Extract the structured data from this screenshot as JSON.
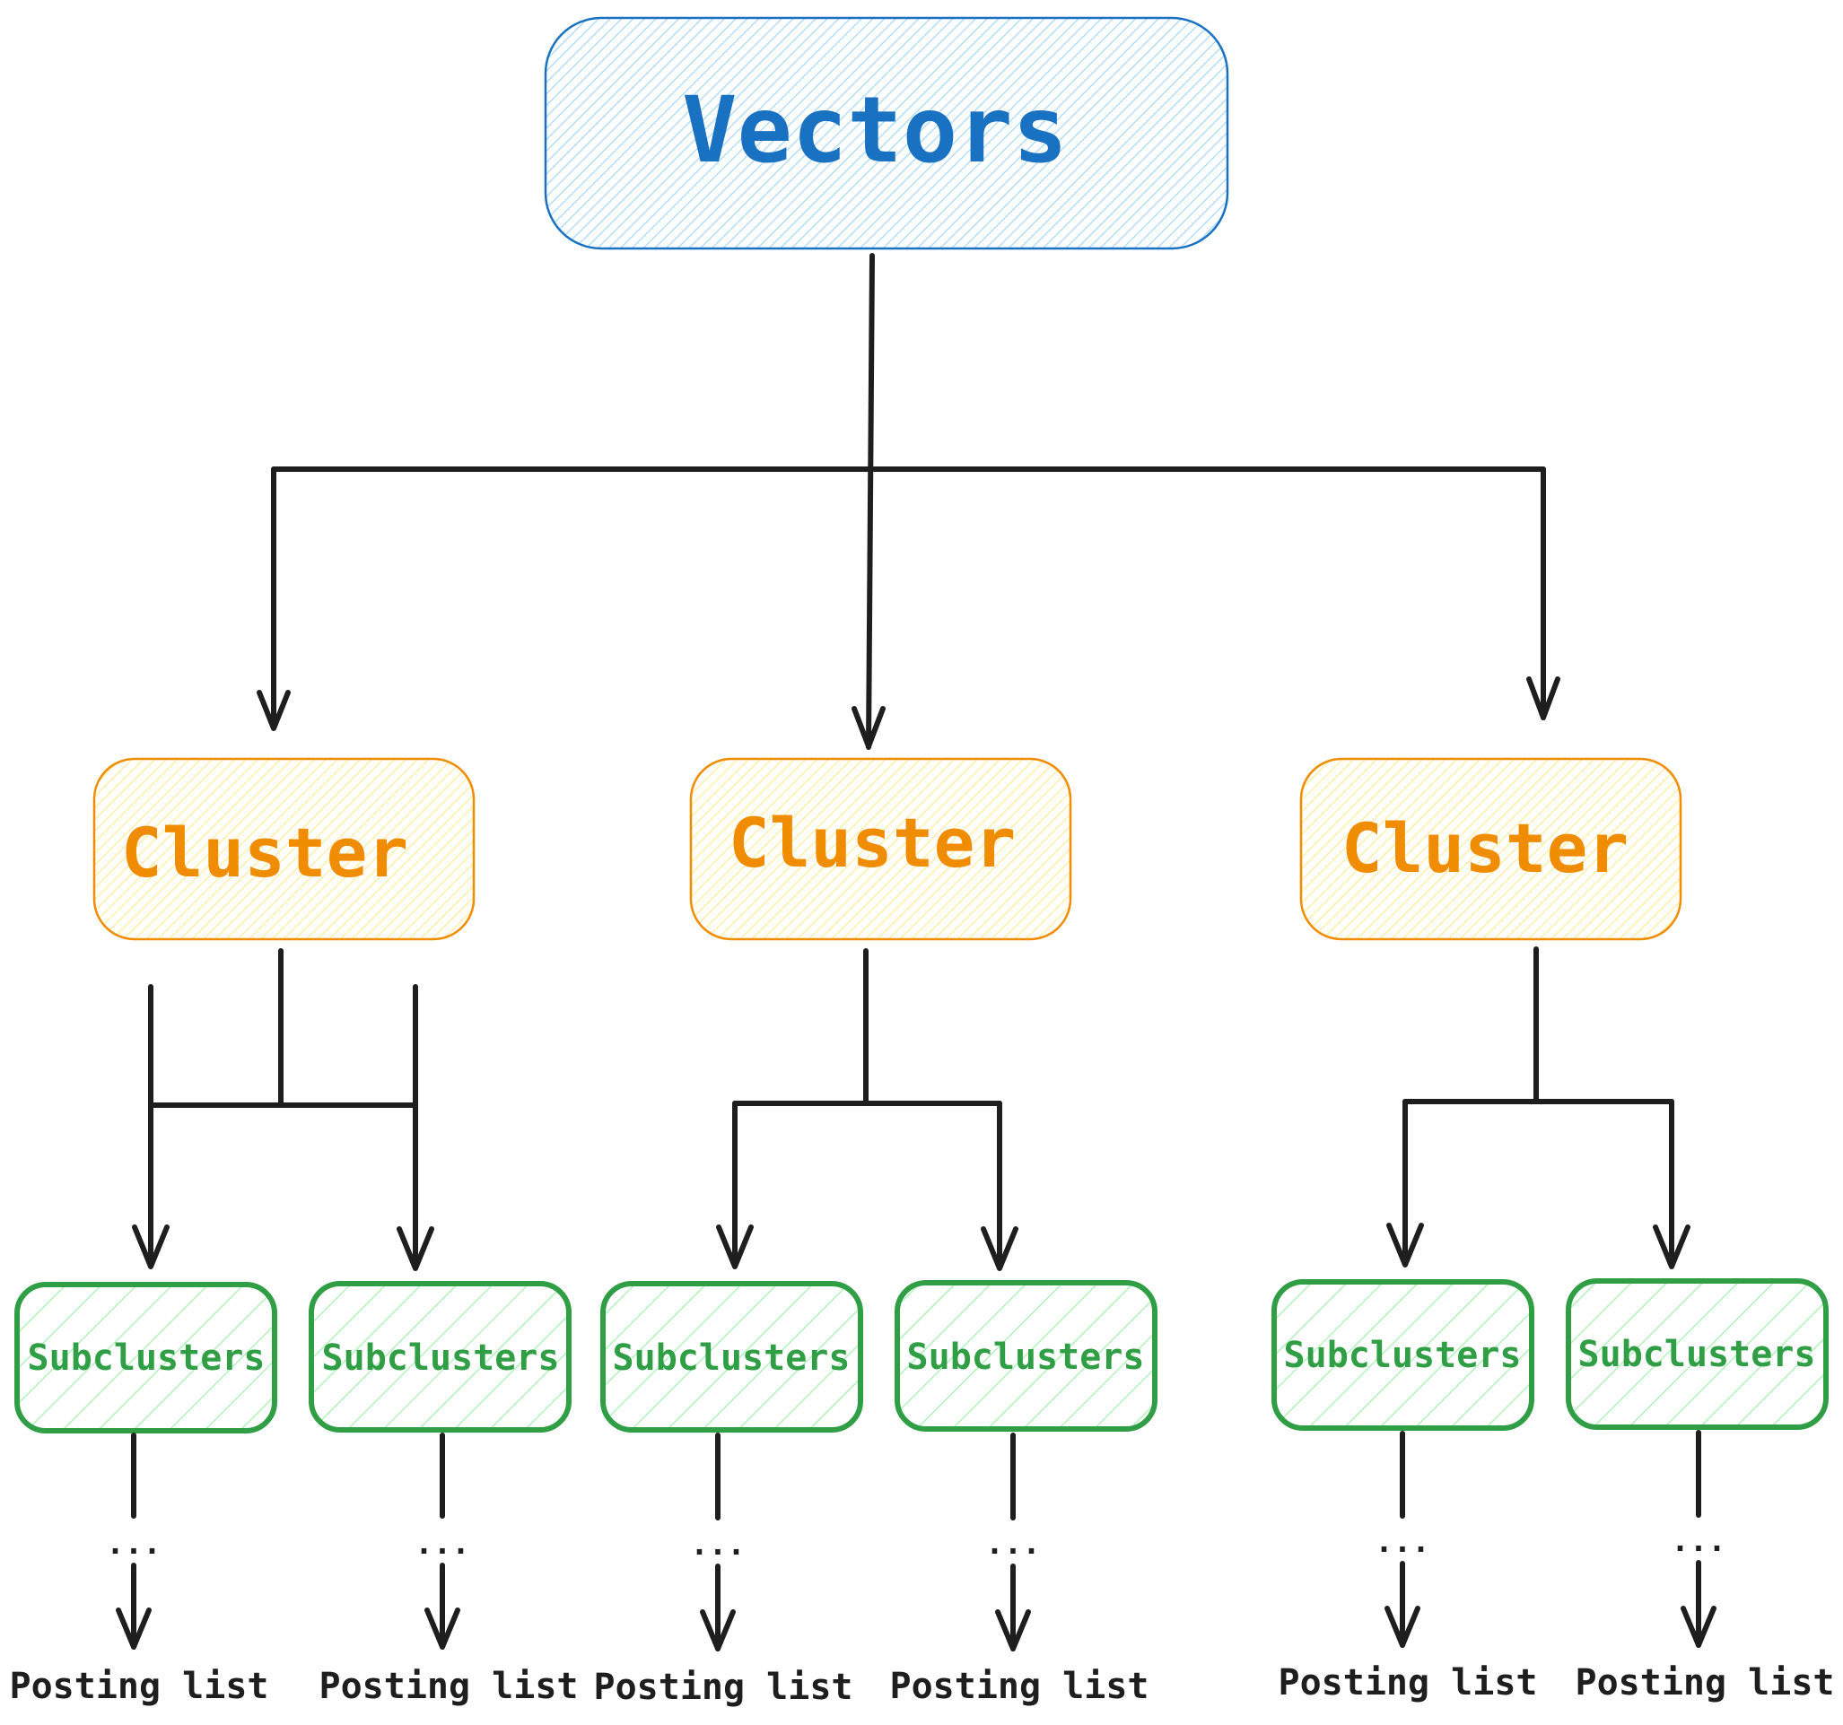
{
  "colors": {
    "root_stroke": "#1971c2",
    "root_text": "#1971c2",
    "root_hatch": "#a5d8ff",
    "cluster_stroke": "#f08c00",
    "cluster_text": "#f08c00",
    "cluster_hatch": "#ffec99",
    "sub_stroke": "#2f9e44",
    "sub_text": "#2f9e44",
    "sub_hatch": "#b2f2bb",
    "line": "#1e1e1e"
  },
  "root": {
    "label": "Vectors"
  },
  "clusters": [
    {
      "label": "Cluster",
      "subclusters": [
        {
          "label": "Subclusters",
          "ellipsis": "...",
          "leaf": "Posting list"
        },
        {
          "label": "Subclusters",
          "ellipsis": "...",
          "leaf": "Posting list"
        }
      ]
    },
    {
      "label": "Cluster",
      "subclusters": [
        {
          "label": "Subclusters",
          "ellipsis": "...",
          "leaf": "Posting list"
        },
        {
          "label": "Subclusters",
          "ellipsis": "...",
          "leaf": "Posting list"
        }
      ]
    },
    {
      "label": "Cluster",
      "subclusters": [
        {
          "label": "Subclusters",
          "ellipsis": "...",
          "leaf": "Posting list"
        },
        {
          "label": "Subclusters",
          "ellipsis": "...",
          "leaf": "Posting list"
        }
      ]
    }
  ]
}
